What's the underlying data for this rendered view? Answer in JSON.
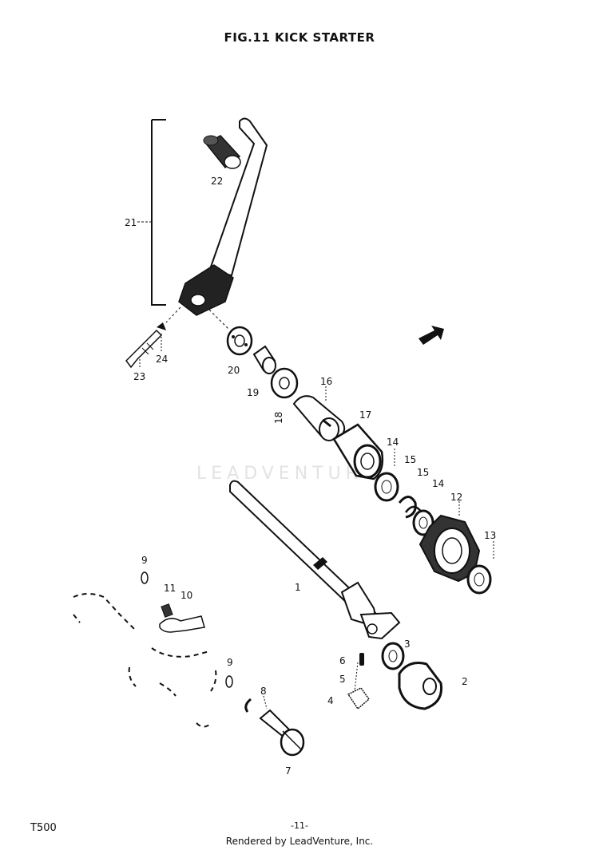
{
  "title": "FIG.11  KICK STARTER",
  "watermark": "LEADVENTURE",
  "footer": {
    "model": "T500",
    "page": "-11-",
    "credit": "Rendered by LeadVenture, Inc."
  },
  "callouts": {
    "c1": "1",
    "c2": "2",
    "c3": "3",
    "c4": "4",
    "c5": "5",
    "c6": "6",
    "c7": "7",
    "c8": "8",
    "c9a": "9",
    "c9b": "9",
    "c10": "10",
    "c11": "11",
    "c12": "12",
    "c13": "13",
    "c14a": "14",
    "c14b": "14",
    "c15a": "15",
    "c15b": "15",
    "c16": "16",
    "c17": "17",
    "c18": "18",
    "c19": "19",
    "c20": "20",
    "c21": "21",
    "c22": "22",
    "c23": "23",
    "c24": "24"
  }
}
